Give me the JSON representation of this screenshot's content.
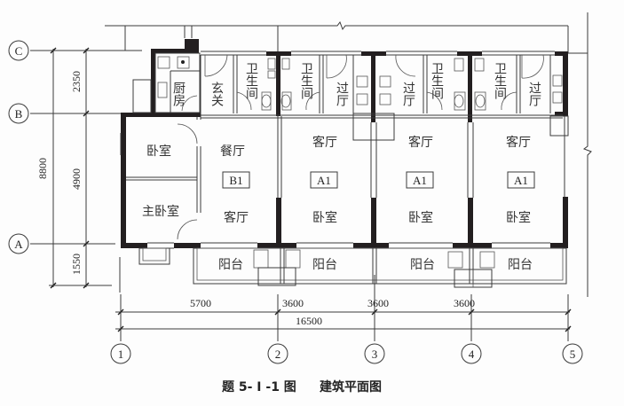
{
  "title": "题 5-Ⅰ-1 图　建筑平面图",
  "caption": {
    "prefix": "题 5- Ⅰ -1 图",
    "name": "建筑平面图"
  },
  "axes_horizontal": [
    "1",
    "2",
    "3",
    "4",
    "5"
  ],
  "axes_vertical": [
    "C",
    "B",
    "A"
  ],
  "dimensions_bottom": {
    "spans": [
      "5700",
      "3600",
      "3600",
      "3600"
    ],
    "total": "16500"
  },
  "dimensions_left": {
    "spans": [
      "2350",
      "4900",
      "1550"
    ],
    "total": "8800"
  },
  "units": [
    {
      "tag": "B1",
      "rooms": [
        "厨房",
        "玄关",
        "卫生间",
        "卧室",
        "主卧室",
        "餐厅",
        "客厅",
        "阳台"
      ]
    },
    {
      "tag": "A1",
      "rooms": [
        "卫生间",
        "过厅",
        "客厅",
        "卧室",
        "阳台"
      ]
    },
    {
      "tag": "A1",
      "rooms": [
        "卫生间",
        "过厅",
        "客厅",
        "卧室",
        "阳台"
      ]
    },
    {
      "tag": "A1",
      "rooms": [
        "卫生间",
        "过厅",
        "客厅",
        "卧室",
        "阳台"
      ]
    }
  ],
  "labels": {
    "kitchen": "厨房",
    "entry": "玄关",
    "bath": "卫生间",
    "bedroom": "卧室",
    "master": "主卧室",
    "dining": "餐厅",
    "living": "客厅",
    "balcony": "阳台",
    "hall": "过厅",
    "tag_b1": "B1",
    "tag_a1": "A1"
  },
  "colors": {
    "wall": "#231f20",
    "line": "#3a3a3a",
    "paper": "#fdfdfd"
  }
}
